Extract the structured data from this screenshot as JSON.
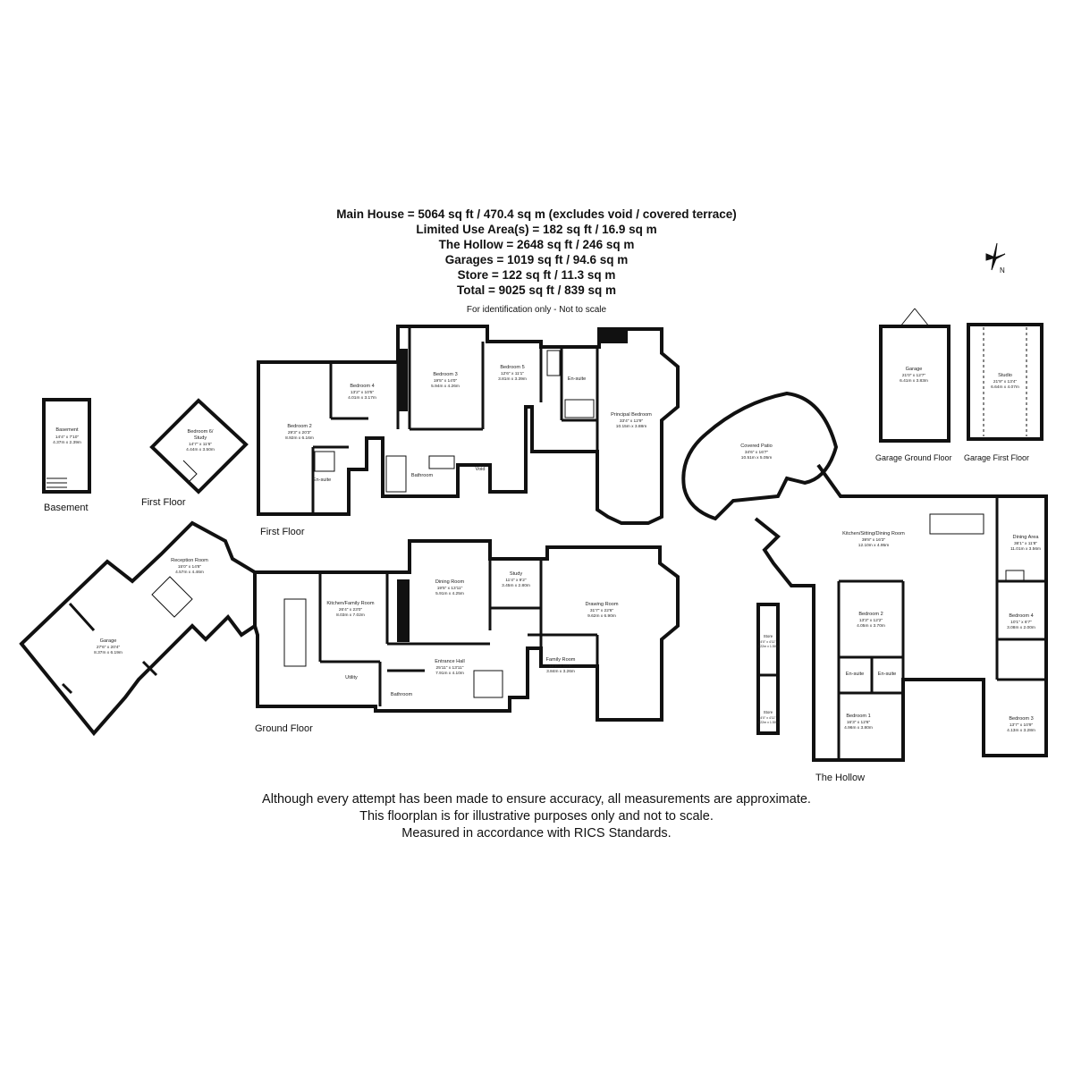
{
  "summary": [
    "Main House = 5064 sq ft / 470.4 sq m (excludes void / covered terrace)",
    "Limited Use Area(s) = 182 sq ft / 16.9 sq m",
    "The Hollow = 2648 sq ft / 246 sq m",
    "Garages = 1019 sq ft / 94.6 sq m",
    "Store = 122 sq ft / 11.3 sq m",
    "Total = 9025 sq ft / 839 sq m"
  ],
  "subtitle": "For identification only - Not to scale",
  "compass_label": "N",
  "floor_labels": {
    "basement": "Basement",
    "first_floor_small": "First Floor",
    "first_floor": "First Floor",
    "ground_floor": "Ground Floor",
    "garage_ground": "Garage Ground Floor",
    "garage_first": "Garage First Floor",
    "the_hollow": "The Hollow"
  },
  "rooms": {
    "basement": {
      "name": "Basement",
      "imperial": "14'4\" x 7'10\"",
      "metric": "4.37m x 2.39m"
    },
    "bedroom6": {
      "name": "Bedroom 6/",
      "name2": "Study",
      "imperial": "14'7\" x 11'6\"",
      "metric": "4.44m x 3.50m"
    },
    "bedroom2": {
      "name": "Bedroom 2",
      "imperial": "29'3\" x 20'3\"",
      "metric": "8.92m x 6.16m"
    },
    "bedroom4": {
      "name": "Bedroom 4",
      "imperial": "13'2\" x 10'5\"",
      "metric": "4.01m x 3.17m"
    },
    "bedroom3": {
      "name": "Bedroom 3",
      "imperial": "19'5\" x 14'0\"",
      "metric": "5.94m x 4.26m"
    },
    "bedroom5": {
      "name": "Bedroom 5",
      "imperial": "12'6\" x 11'1\"",
      "metric": "3.81m x 3.39m"
    },
    "principal": {
      "name": "Principal Bedroom",
      "imperial": "33'4\" x 12'9\"",
      "metric": "10.15m x 3.88m"
    },
    "ensuite_ff1": {
      "name": "En-suite"
    },
    "ensuite_ff2": {
      "name": "En-suite"
    },
    "bathroom_ff": {
      "name": "Bathroom"
    },
    "void": {
      "name": "Void"
    },
    "reception": {
      "name": "Reception Room",
      "imperial": "15'0\" x 14'8\"",
      "metric": "4.57m x 4.46m"
    },
    "garage_main": {
      "name": "Garage",
      "imperial": "27'6\" x 20'4\"",
      "metric": "8.37m x 6.19m"
    },
    "kitchen_family": {
      "name": "Kitchen/Family Room",
      "imperial": "26'4\" x 23'0\"",
      "metric": "8.03m x 7.02m"
    },
    "utility": {
      "name": "Utility"
    },
    "dining": {
      "name": "Dining Room",
      "imperial": "19'5\" x 13'11\"",
      "metric": "5.91m x 4.25m"
    },
    "study": {
      "name": "Study",
      "imperial": "11'4\" x 9'2\"",
      "metric": "3.45m x 2.80m"
    },
    "drawing": {
      "name": "Drawing Room",
      "imperial": "31'7\" x 22'6\"",
      "metric": "9.62m x 6.90m"
    },
    "entrance": {
      "name": "Entrance Hall",
      "imperial": "25'11\" x 13'11\"",
      "metric": "7.91m x 4.10m"
    },
    "family": {
      "name": "Family Room",
      "imperial": "12'7\" x 10'8\"",
      "metric": "3.84m x 3.26m"
    },
    "bathroom_gf": {
      "name": "Bathroom"
    },
    "garage_gf": {
      "name": "Garage",
      "imperial": "21'0\" x 12'7\"",
      "metric": "6.41m x 3.83m"
    },
    "studio": {
      "name": "Studio",
      "imperial": "21'9\" x 13'4\"",
      "metric": "6.64m x 4.07m"
    },
    "covered_patio": {
      "name": "Covered Patio",
      "imperial": "34'6\" x 16'7\"",
      "metric": "10.51m x 5.05m"
    },
    "hollow_kitchen": {
      "name": "Kitchen/Sitting/Dining Room",
      "imperial": "39'8\" x 16'3\"",
      "metric": "12.10m x 4.95m"
    },
    "hollow_dining": {
      "name": "Dining Area",
      "imperial": "36'1\" x 11'8\"",
      "metric": "11.01m x 3.56m"
    },
    "hollow_bed2": {
      "name": "Bedroom 2",
      "imperial": "13'3\" x 12'2\"",
      "metric": "4.05m x 3.70m"
    },
    "hollow_bed4": {
      "name": "Bedroom 4",
      "imperial": "10'1\" x 6'7\"",
      "metric": "3.08m x 2.00m"
    },
    "hollow_bed1": {
      "name": "Bedroom 1",
      "imperial": "16'3\" x 12'6\"",
      "metric": "4.96m x 3.80m"
    },
    "hollow_bed3": {
      "name": "Bedroom 3",
      "imperial": "13'7\" x 10'9\"",
      "metric": "4.13m x 3.28m"
    },
    "hollow_ensuite1": {
      "name": "En-suite"
    },
    "hollow_ensuite2": {
      "name": "En-suite"
    },
    "store1": {
      "name": "Store",
      "imperial": "4'0\" x 4'11\"",
      "metric": "1.22m x 1.50m"
    },
    "store2": {
      "name": "Store",
      "imperial": "4'0\" x 4'11\"",
      "metric": "1.22m x 1.50m"
    }
  },
  "disclaimer": [
    "Although every attempt has been made to ensure accuracy, all measurements are approximate.",
    "This floorplan is for illustrative purposes only and not to scale.",
    "Measured in accordance with RICS Standards."
  ]
}
